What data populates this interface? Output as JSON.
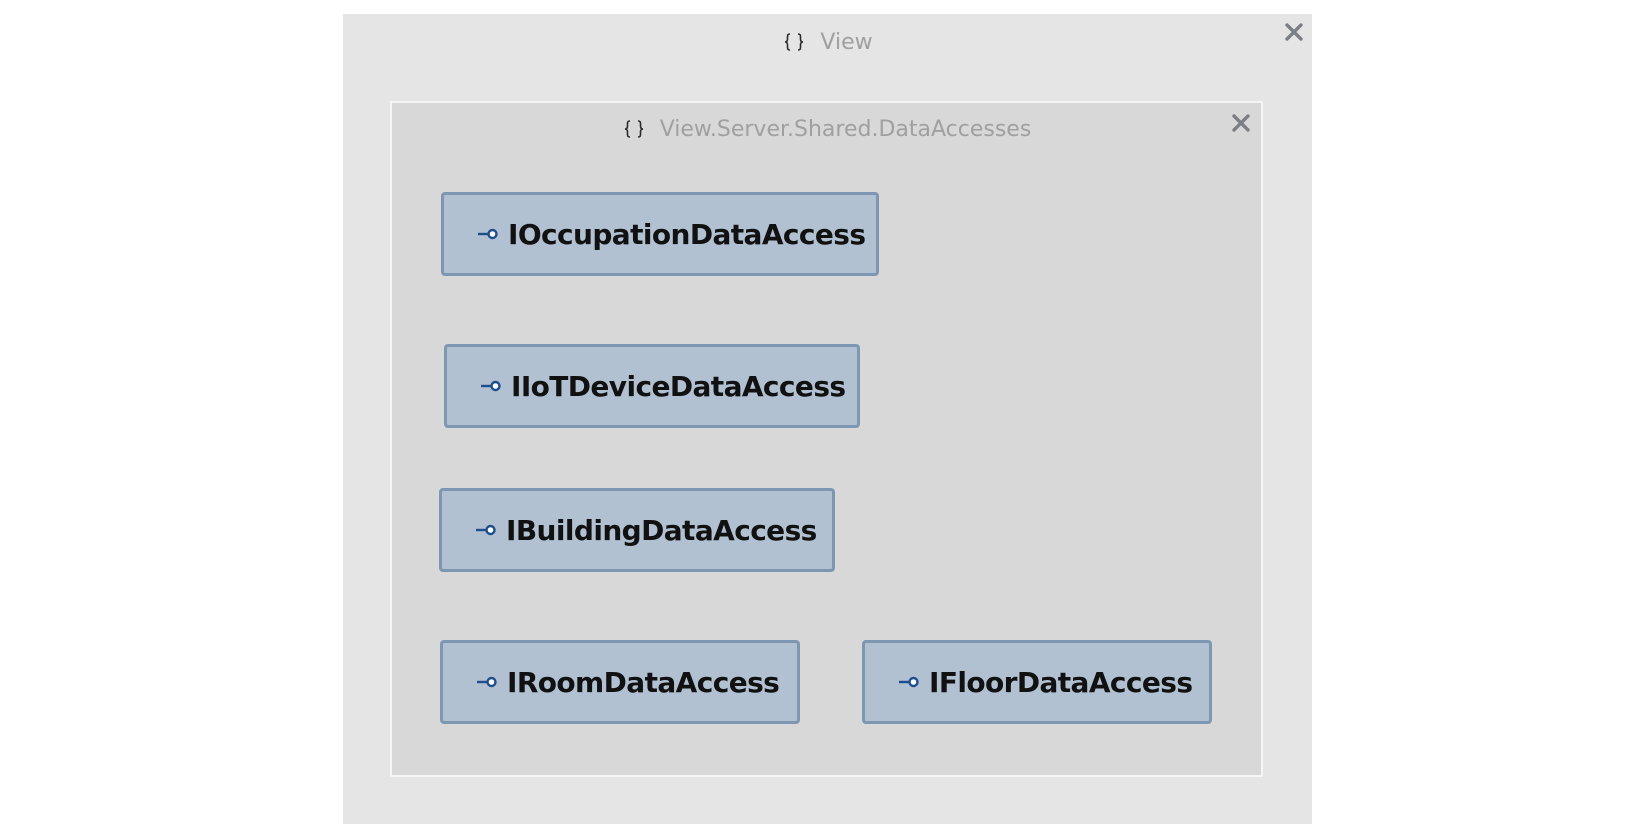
{
  "outer_container": {
    "title": "View",
    "icon": "namespace-braces-icon",
    "close_icon": "close-icon"
  },
  "inner_container": {
    "title": "View.Server.Shared.DataAccesses",
    "icon": "namespace-braces-icon",
    "close_icon": "close-icon"
  },
  "nodes": [
    {
      "label": "IOccupationDataAccess",
      "icon": "interface-icon"
    },
    {
      "label": "IIoTDeviceDataAccess",
      "icon": "interface-icon"
    },
    {
      "label": "IBuildingDataAccess",
      "icon": "interface-icon"
    },
    {
      "label": "IRoomDataAccess",
      "icon": "interface-icon"
    },
    {
      "label": "IFloorDataAccess",
      "icon": "interface-icon"
    }
  ],
  "colors": {
    "outer_background": "#e5e5e5",
    "inner_background": "#d8d8d8",
    "node_fill": "#b1c1d2",
    "node_border": "#7d96b2",
    "title_text": "#a0a0a0",
    "interface_icon": "#1e4e8c"
  }
}
